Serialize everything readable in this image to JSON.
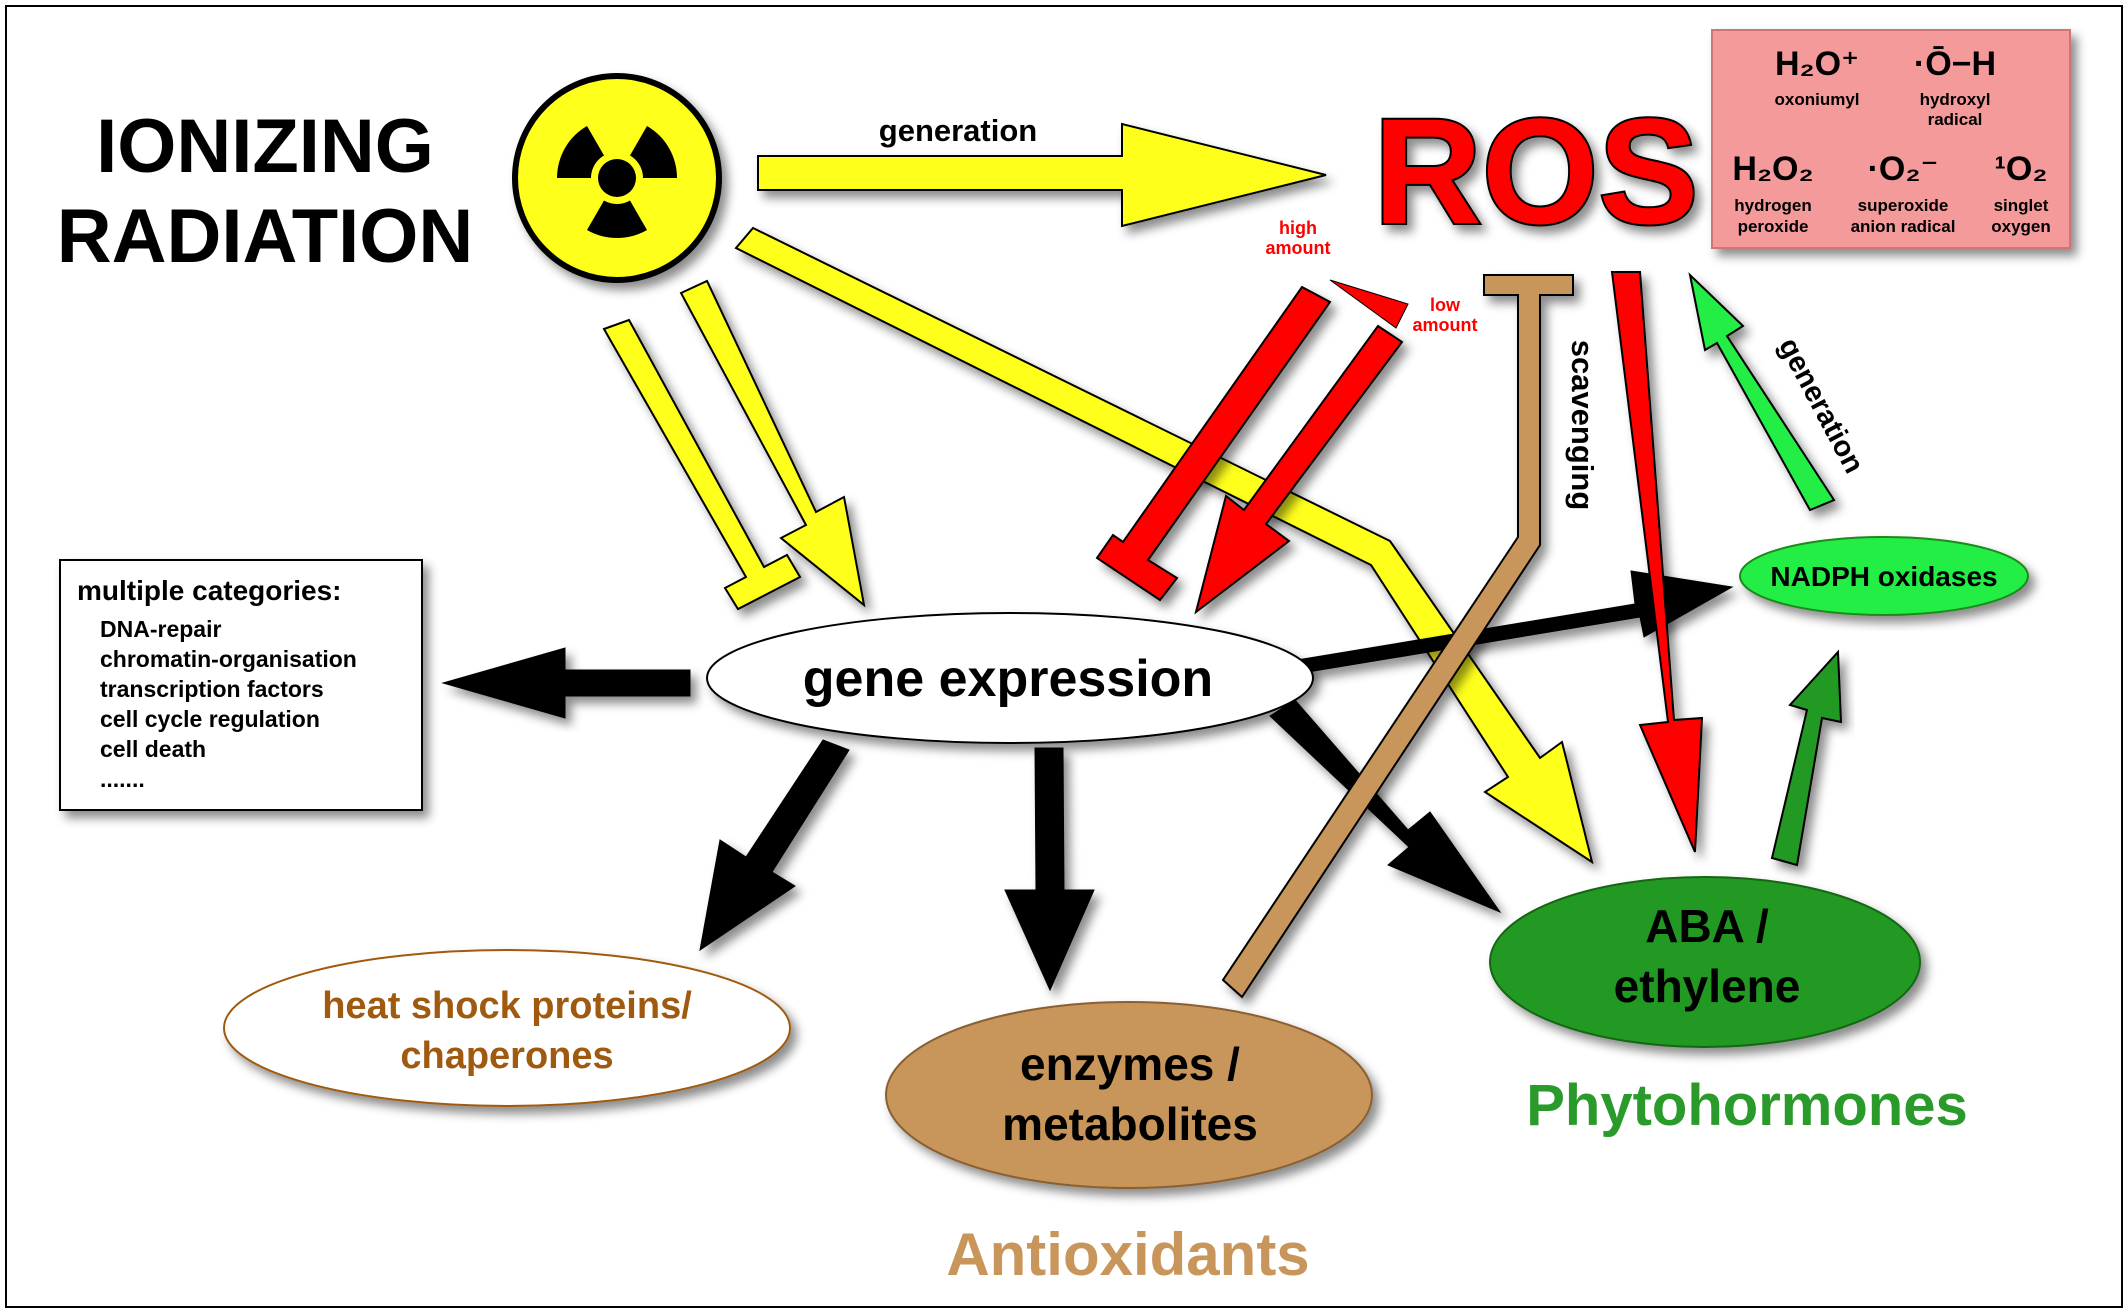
{
  "source": {
    "title_line1": "IONIZING",
    "title_line2": "RADIATION"
  },
  "ros": {
    "label": "ROS",
    "high_amount_line1": "high",
    "high_amount_line2": "amount",
    "low_amount_line1": "low",
    "low_amount_line2": "amount"
  },
  "ros_species": [
    {
      "formula": "H₂O⁺",
      "name_line1": "oxoniumyl",
      "name_line2": ""
    },
    {
      "formula": "·Ō−H",
      "name_line1": "hydroxyl",
      "name_line2": "radical"
    },
    {
      "formula": "H₂O₂",
      "name_line1": "hydrogen",
      "name_line2": "peroxide"
    },
    {
      "formula": "·O₂⁻",
      "name_line1": "superoxide",
      "name_line2": "anion radical"
    },
    {
      "formula": "¹O₂",
      "name_line1": "singlet",
      "name_line2": "oxygen"
    }
  ],
  "edge_labels": {
    "generation_top": "generation",
    "generation_side": "generation",
    "scavenging": "scavenging"
  },
  "nodes": {
    "gene_expression": "gene expression",
    "nadph_oxidases": "NADPH oxidases",
    "aba_line1": "ABA /",
    "aba_line2": "ethylene",
    "hsp_line1": "heat shock proteins/",
    "hsp_line2": "chaperones",
    "enzymes_line1": "enzymes /",
    "enzymes_line2": "metabolites"
  },
  "group_labels": {
    "phytohormones": "Phytohormones",
    "antioxidants": "Antioxidants"
  },
  "categories": {
    "heading": "multiple categories:",
    "items": [
      "DNA-repair",
      "chromatin-organisation",
      "transcription factors",
      "cell cycle regulation",
      "cell death",
      "......."
    ]
  },
  "colors": {
    "yellow": "#ffff1a",
    "red": "#ff0000",
    "black": "#000000",
    "brown": "#c8955a",
    "bright_green": "#22ee44",
    "dark_green": "#229922",
    "pink_box": "#f49a9a",
    "phytohormone_text": "#2a9a2a",
    "antioxidant_text": "#c8955a",
    "hsp_text": "#a05a10"
  }
}
